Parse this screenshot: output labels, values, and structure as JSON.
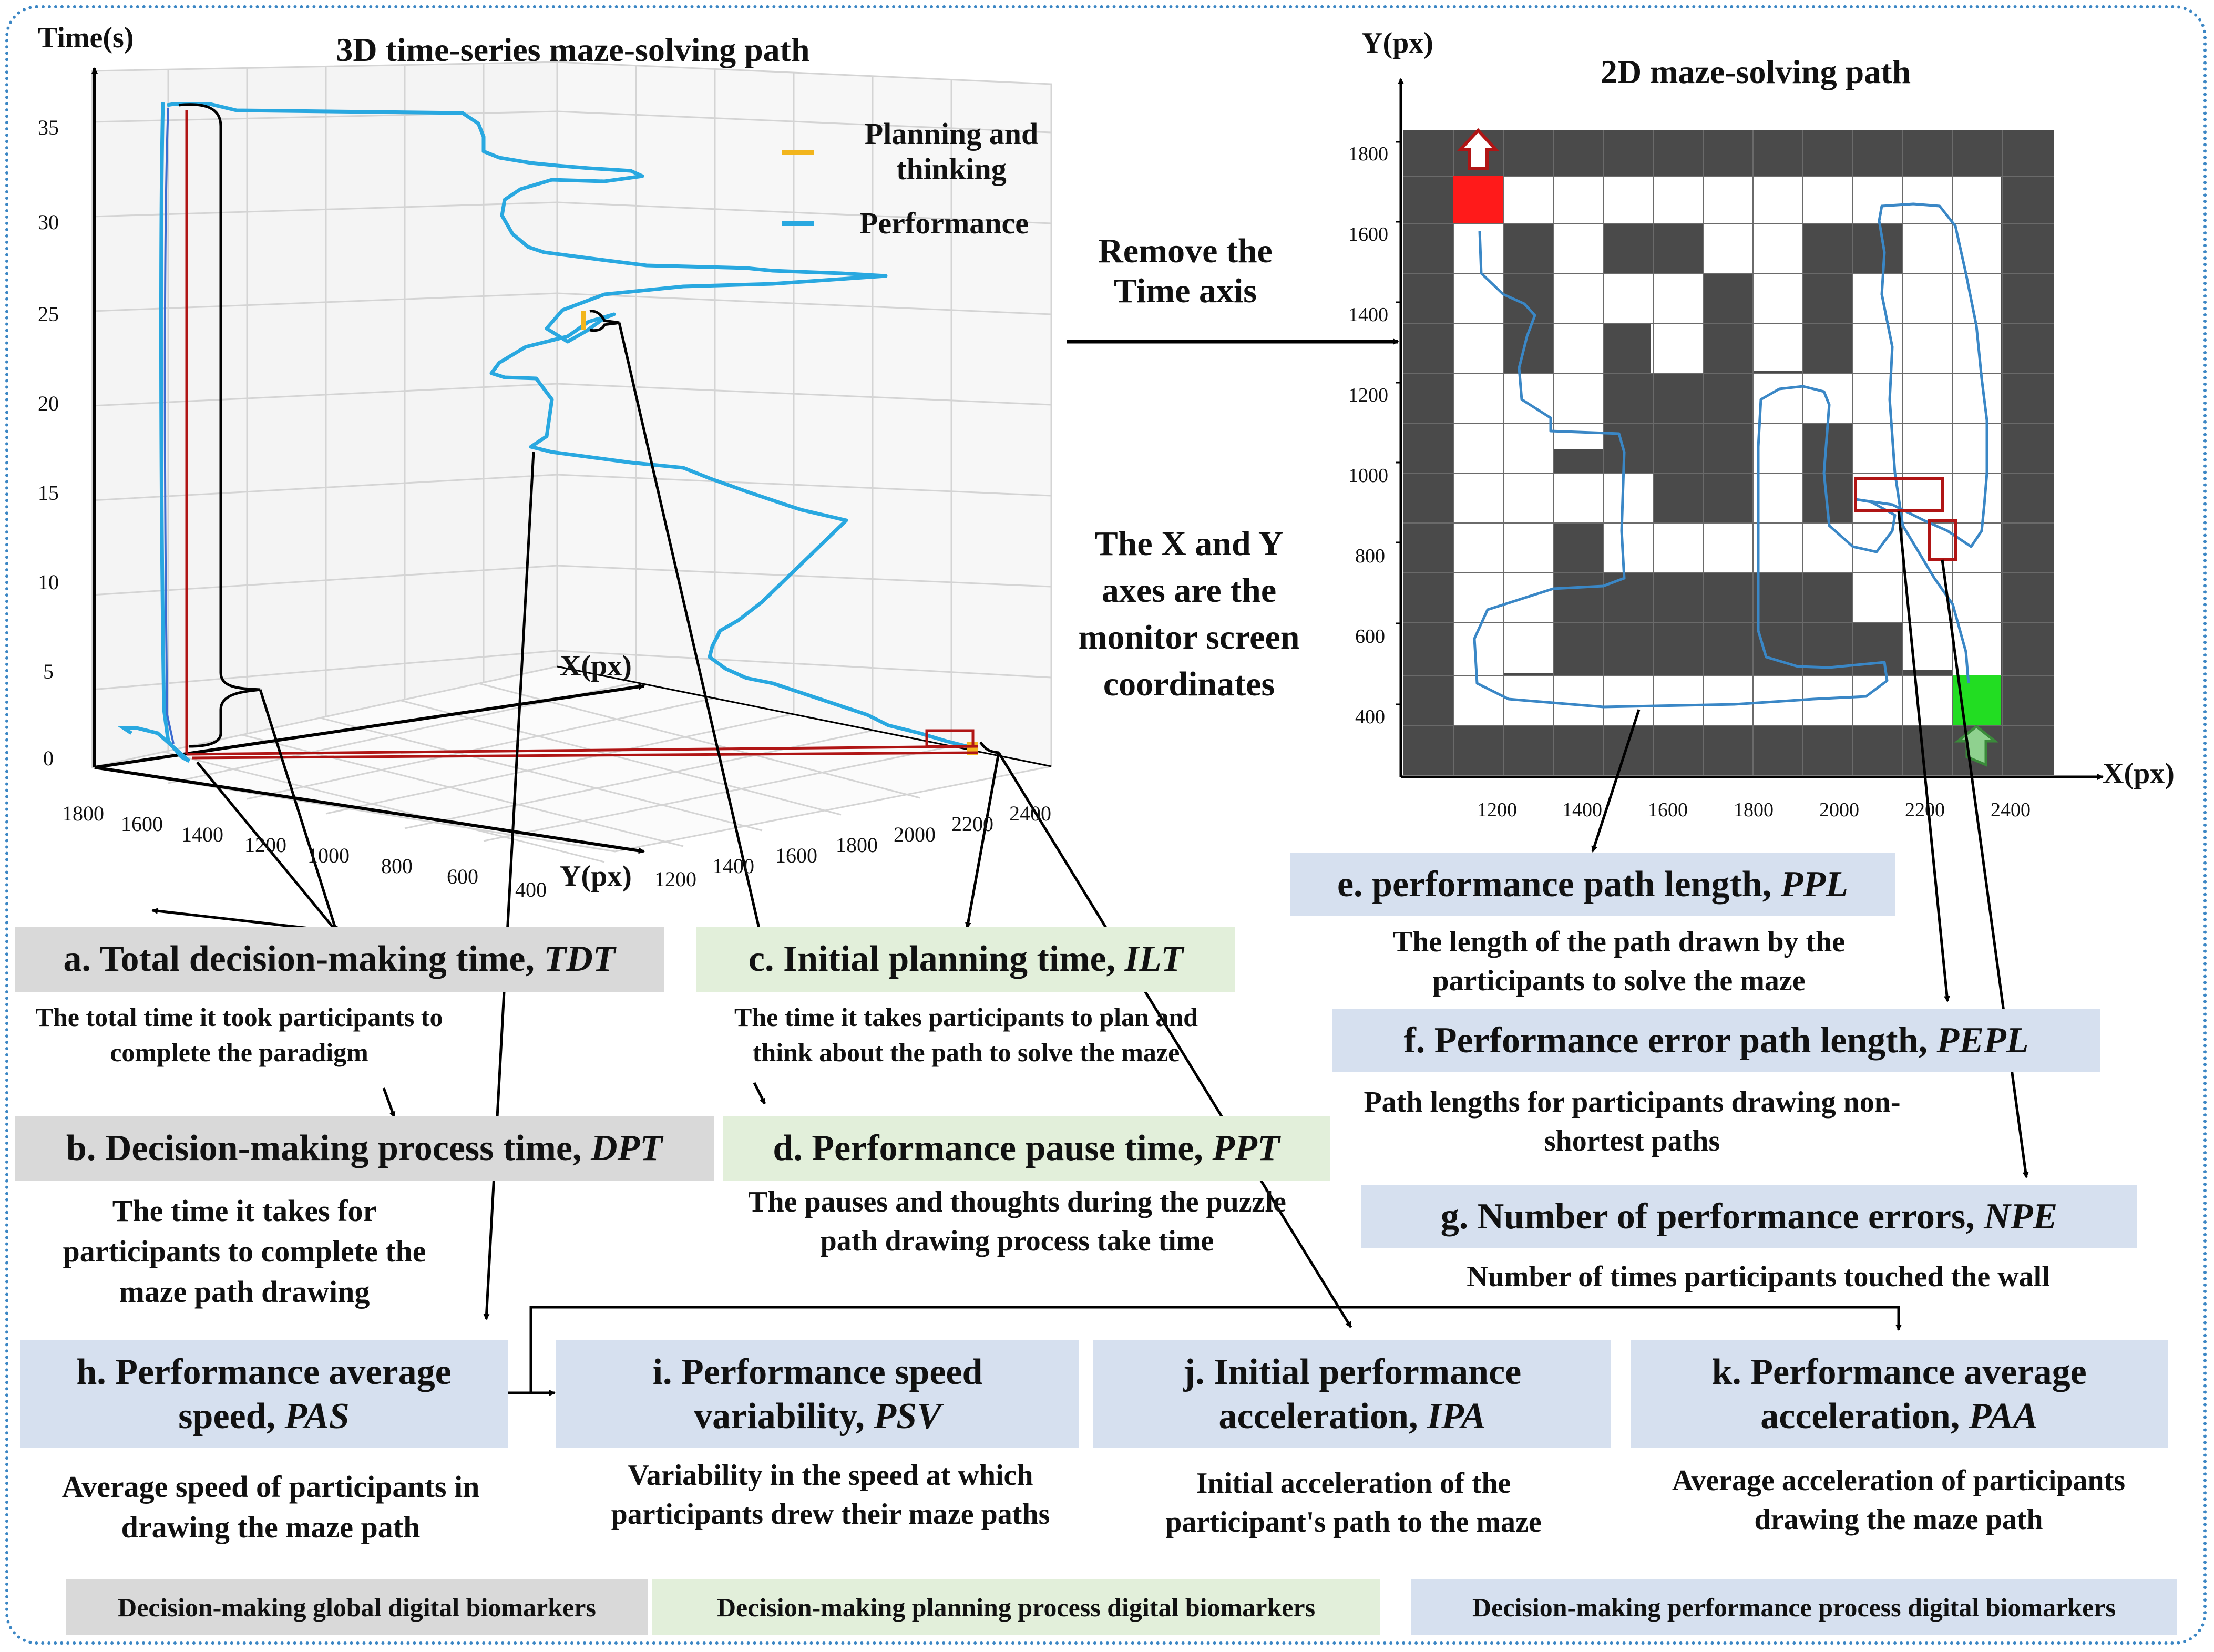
{
  "left_panel": {
    "title": "3D time-series maze-solving path",
    "time_axis_label": "Time(s)",
    "time_ticks": [
      "0",
      "5",
      "10",
      "15",
      "20",
      "25",
      "30",
      "35"
    ],
    "x_axis_label": "X(px)",
    "y_axis_label": "Y(px)",
    "y_ticks": [
      "1800",
      "1600",
      "1400",
      "1200",
      "1000",
      "800",
      "600",
      "400"
    ],
    "x_ticks": [
      "1200",
      "1400",
      "1600",
      "1800",
      "2000",
      "2200",
      "2400"
    ],
    "legend": [
      {
        "label": "Planning and thinking",
        "color": "#f2b51d"
      },
      {
        "label": "Performance",
        "color": "#29a8e0"
      }
    ]
  },
  "middle_text": {
    "remove_time": "Remove the Time axis",
    "xy_note": "The X and Y axes are the monitor screen coordinates"
  },
  "right_panel": {
    "title": "2D maze-solving path",
    "y_axis_label": "Y(px)",
    "x_axis_label": "X(px)",
    "y_ticks": [
      "1800",
      "1600",
      "1400",
      "1200",
      "1000",
      "800",
      "600",
      "400"
    ],
    "x_ticks": [
      "1200",
      "1400",
      "1600",
      "1800",
      "2000",
      "2200",
      "2400"
    ]
  },
  "biomarkers": {
    "a": {
      "label": "a. Total decision-making time, ",
      "abbr": "TDT",
      "desc": "The total time it took participants to complete the paradigm"
    },
    "b": {
      "label": "b. Decision-making process time, ",
      "abbr": "DPT",
      "desc": "The time it takes for participants to complete the maze path drawing"
    },
    "c": {
      "label": "c. Initial planning time, ",
      "abbr": "ILT",
      "desc": "The time it takes participants to plan and think about the path to solve the maze"
    },
    "d": {
      "label": "d. Performance pause time, ",
      "abbr": "PPT",
      "desc": "The pauses and thoughts during the puzzle path drawing process take time"
    },
    "e": {
      "label": "e. performance path length, ",
      "abbr": "PPL",
      "desc": "The length of the path drawn by the participants to solve the maze"
    },
    "f": {
      "label": "f. Performance error path length, ",
      "abbr": "PEPL",
      "desc": "Path lengths for participants drawing non-shortest paths"
    },
    "g": {
      "label": "g. Number of performance errors, ",
      "abbr": "NPE",
      "desc": "Number of times participants touched the wall"
    },
    "h": {
      "label": "h. Performance average speed, ",
      "abbr": "PAS",
      "desc": "Average speed of participants in drawing the maze path"
    },
    "i": {
      "label": "i. Performance speed variability, ",
      "abbr": "PSV",
      "desc": "Variability in the speed at which participants drew their maze paths"
    },
    "j": {
      "label": "j. Initial performance acceleration, ",
      "abbr": "IPA",
      "desc": "Initial acceleration of the participant's path to the maze"
    },
    "k": {
      "label": "k. Performance average acceleration, ",
      "abbr": "PAA",
      "desc": "Average acceleration of participants drawing the maze path"
    }
  },
  "legend_categories": [
    {
      "label": "Decision-making global digital biomarkers",
      "color": "#d9d9d9"
    },
    {
      "label": "Decision-making planning process digital biomarkers",
      "color": "#e2efda"
    },
    {
      "label": "Decision-making performance process digital biomarkers",
      "color": "#d6e0ef"
    }
  ],
  "colors": {
    "frame": "#3b86c4",
    "path": "#29a8e0",
    "maze_path": "#3a87c6",
    "wall": "#4a4a4a",
    "start": "#ff1a1a",
    "end": "#22dd22",
    "marker": "#b01515"
  }
}
